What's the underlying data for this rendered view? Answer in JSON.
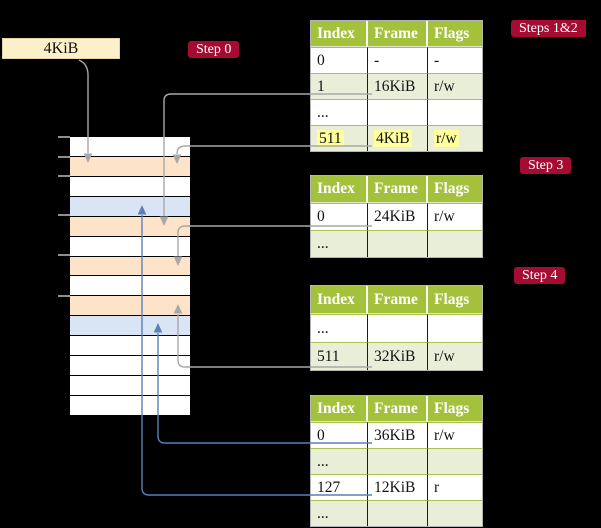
{
  "legend_box": {
    "label": "4KiB"
  },
  "step_labels": [
    {
      "id": "step-0",
      "label": "Step 0"
    },
    {
      "id": "steps-1-2",
      "label": "Steps 1&2"
    },
    {
      "id": "step-3",
      "label": "Step 3"
    },
    {
      "id": "step-4",
      "label": "Step 4"
    }
  ],
  "colors": {
    "background": "#000000",
    "crimson_label": "#a60b32",
    "table_header_green": "#a4c13c",
    "table_row_green": "#e9eed8",
    "memory_peach": "#fde3c8",
    "memory_blue": "#d9e5f5",
    "legend_cream": "#fcf0cb",
    "highlight_yellow": "#ffff9e",
    "connector_gray": "#a8a8a8",
    "connector_blue": "#5b7fb8"
  },
  "memory": {
    "rows": [
      "white",
      "peach",
      "white",
      "blue",
      "peach",
      "white",
      "peach",
      "white",
      "peach",
      "blue",
      "white",
      "white",
      "white",
      "white"
    ]
  },
  "page_tables": [
    {
      "id": "table-steps-1-2",
      "headers": [
        "Index",
        "Frame",
        "Flags"
      ],
      "rows": [
        {
          "cells": [
            "0",
            "-",
            "-"
          ],
          "shaded": false,
          "highlighted": false
        },
        {
          "cells": [
            "1",
            "16KiB",
            "r/w"
          ],
          "shaded": true,
          "highlighted": false
        },
        {
          "cells": [
            "...",
            "",
            ""
          ],
          "shaded": false,
          "highlighted": false
        },
        {
          "cells": [
            "511",
            "4KiB",
            "r/w"
          ],
          "shaded": true,
          "highlighted": true
        }
      ]
    },
    {
      "id": "table-step-3",
      "headers": [
        "Index",
        "Frame",
        "Flags"
      ],
      "rows": [
        {
          "cells": [
            "0",
            "24KiB",
            "r/w"
          ],
          "shaded": false,
          "highlighted": false
        },
        {
          "cells": [
            "...",
            "",
            ""
          ],
          "shaded": true,
          "highlighted": false
        }
      ]
    },
    {
      "id": "table-step-4",
      "headers": [
        "Index",
        "Frame",
        "Flags"
      ],
      "rows": [
        {
          "cells": [
            "...",
            "",
            ""
          ],
          "shaded": false,
          "highlighted": false
        },
        {
          "cells": [
            "511",
            "32KiB",
            "r/w"
          ],
          "shaded": true,
          "highlighted": false
        }
      ]
    },
    {
      "id": "table-final",
      "headers": [
        "Index",
        "Frame",
        "Flags"
      ],
      "rows": [
        {
          "cells": [
            "0",
            "36KiB",
            "r/w"
          ],
          "shaded": false,
          "highlighted": false
        },
        {
          "cells": [
            "...",
            "",
            ""
          ],
          "shaded": true,
          "highlighted": false
        },
        {
          "cells": [
            "127",
            "12KiB",
            "r"
          ],
          "shaded": false,
          "highlighted": false
        },
        {
          "cells": [
            "...",
            "",
            ""
          ],
          "shaded": true,
          "highlighted": false
        }
      ]
    }
  ],
  "connectors": [
    {
      "id": "c-root",
      "from": "4KiB-legend-box",
      "to": "memory-frame-4KiB",
      "color": "gray"
    },
    {
      "id": "c-a",
      "from": "table-steps-1-2-row-1",
      "to": "memory-frame-16KiB",
      "color": "gray"
    },
    {
      "id": "c-b",
      "from": "table-steps-1-2-row-511",
      "to": "memory-frame-4KiB",
      "color": "gray"
    },
    {
      "id": "c-c",
      "from": "table-step-3-row-0",
      "to": "memory-frame-24KiB",
      "color": "gray"
    },
    {
      "id": "c-d",
      "from": "table-step-4-row-511",
      "to": "memory-frame-32KiB",
      "color": "gray"
    },
    {
      "id": "c-e",
      "from": "table-final-row-0",
      "to": "memory-frame-36KiB",
      "color": "blue"
    },
    {
      "id": "c-f",
      "from": "table-final-row-127",
      "to": "memory-frame-12KiB",
      "color": "blue"
    }
  ]
}
